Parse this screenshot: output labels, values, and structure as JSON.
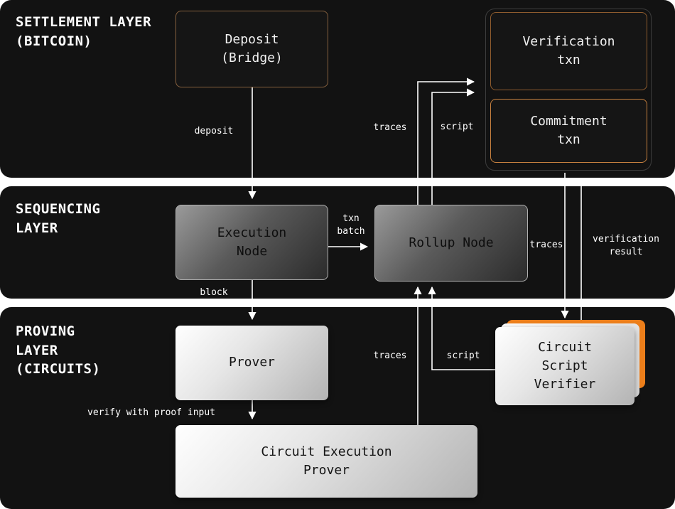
{
  "layers": {
    "settlement": {
      "title": "SETTLEMENT LAYER\n(BITCOIN)"
    },
    "sequencing": {
      "title": "SEQUENCING\nLAYER"
    },
    "proving": {
      "title": "PROVING\nLAYER\n(CIRCUITS)"
    }
  },
  "nodes": {
    "deposit_bridge": {
      "label": "Deposit\n(Bridge)"
    },
    "verification_txn": {
      "label": "Verification\ntxn"
    },
    "commitment_txn": {
      "label": "Commitment\ntxn"
    },
    "execution_node": {
      "label": "Execution\nNode"
    },
    "rollup_node": {
      "label": "Rollup Node"
    },
    "prover": {
      "label": "Prover"
    },
    "circuit_script_verifier": {
      "label": "Circuit\nScript\nVerifier"
    },
    "circuit_execution_prover": {
      "label": "Circuit Execution\nProver"
    }
  },
  "edges": {
    "deposit": {
      "label": "deposit"
    },
    "txn_batch": {
      "label": "txn\nbatch"
    },
    "block": {
      "label": "block"
    },
    "traces_to_bitcoin": {
      "label": "traces"
    },
    "script_to_bitcoin": {
      "label": "script"
    },
    "traces_from_prover": {
      "label": "traces"
    },
    "script_from_verifier": {
      "label": "script"
    },
    "traces_commitment": {
      "label": "traces"
    },
    "verification_result": {
      "label": "verification\nresult"
    },
    "verify_with_proof": {
      "label": "verify with proof input"
    }
  },
  "colors": {
    "band_background": "#121212",
    "accent_orange": "#EC7E1A",
    "commitment_border": "#C6803F",
    "line": "#FFFFFF"
  }
}
